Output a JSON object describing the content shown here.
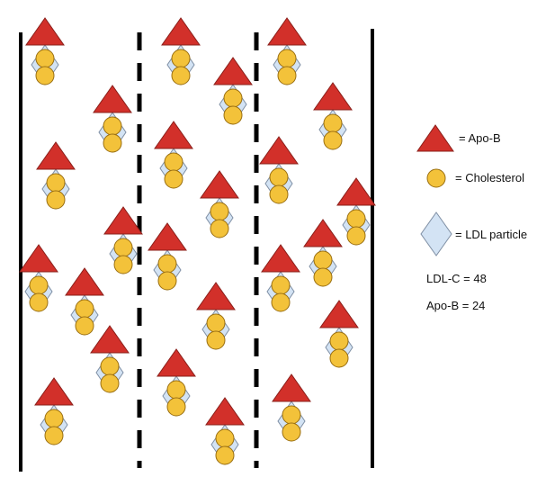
{
  "colors": {
    "apo_b": "#d2302a",
    "apo_b_stroke": "#8a1f1a",
    "cholesterol": "#f3c23a",
    "cholesterol_stroke": "#9a6f12",
    "ldl_particle": "#d3e3f4",
    "ldl_particle_stroke": "#7f8fa4",
    "wall": "#000000"
  },
  "legend": {
    "apo_b_label": "= Apo-B",
    "cholesterol_label": "= Cholesterol",
    "ldl_particle_label": "= LDL particle"
  },
  "stats": {
    "ldl_c": "LDL-C = 48",
    "apo_b": "Apo-B = 24"
  }
}
